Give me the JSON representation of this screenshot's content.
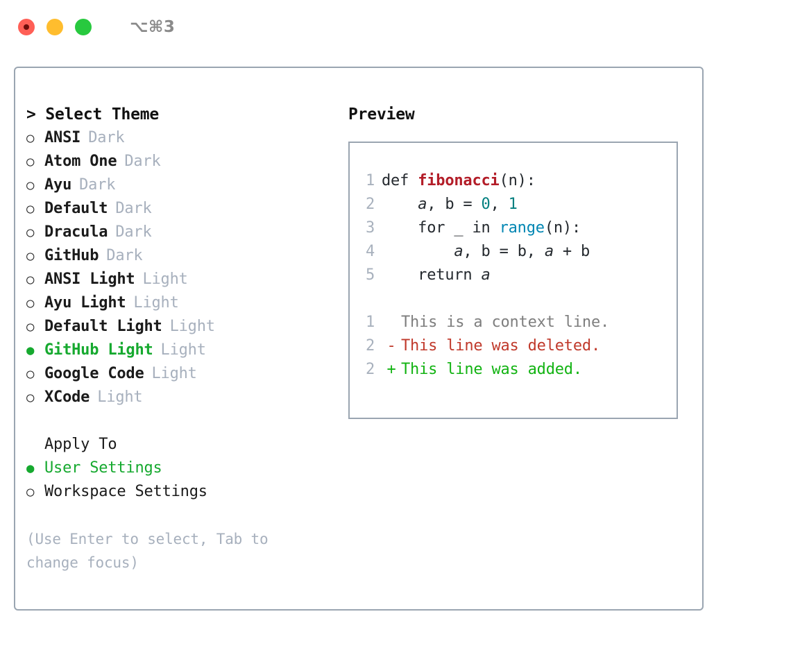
{
  "titlebar": {
    "shortcut": "⌥⌘3",
    "buttons": [
      {
        "name": "close",
        "color": "#ff5f56"
      },
      {
        "name": "minimize",
        "color": "#ffbd2e"
      },
      {
        "name": "maximize",
        "color": "#28c93f"
      }
    ]
  },
  "theme_picker": {
    "caret": ">",
    "header": "Select Theme",
    "bullet_selected": "●",
    "bullet_unselected": "○",
    "items": [
      {
        "label": "ANSI",
        "variant": "Dark",
        "selected": false
      },
      {
        "label": "Atom One",
        "variant": "Dark",
        "selected": false
      },
      {
        "label": "Ayu",
        "variant": "Dark",
        "selected": false
      },
      {
        "label": "Default",
        "variant": "Dark",
        "selected": false
      },
      {
        "label": "Dracula",
        "variant": "Dark",
        "selected": false
      },
      {
        "label": "GitHub",
        "variant": "Dark",
        "selected": false
      },
      {
        "label": "ANSI Light",
        "variant": "Light",
        "selected": false
      },
      {
        "label": "Ayu Light",
        "variant": "Light",
        "selected": false
      },
      {
        "label": "Default Light",
        "variant": "Light",
        "selected": false
      },
      {
        "label": "GitHub Light",
        "variant": "Light",
        "selected": true
      },
      {
        "label": "Google Code",
        "variant": "Light",
        "selected": false
      },
      {
        "label": "XCode",
        "variant": "Light",
        "selected": false
      }
    ]
  },
  "apply_to": {
    "header": "Apply To",
    "items": [
      {
        "label": "User Settings",
        "selected": true
      },
      {
        "label": "Workspace Settings",
        "selected": false
      }
    ]
  },
  "hint": "(Use Enter to select, Tab to change focus)",
  "preview": {
    "title": "Preview",
    "code_lines": [
      {
        "number": "1",
        "segments": [
          {
            "text": "def ",
            "type": "plain"
          },
          {
            "text": "fibonacci",
            "type": "func"
          },
          {
            "text": "(n):",
            "type": "plain"
          }
        ]
      },
      {
        "number": "2",
        "segments": [
          {
            "text": "    ",
            "type": "plain"
          },
          {
            "text": "a",
            "type": "var"
          },
          {
            "text": ", ",
            "type": "plain"
          },
          {
            "text": "b",
            "type": "plain"
          },
          {
            "text": " = ",
            "type": "plain"
          },
          {
            "text": "0",
            "type": "num"
          },
          {
            "text": ", ",
            "type": "plain"
          },
          {
            "text": "1",
            "type": "num"
          }
        ]
      },
      {
        "number": "3",
        "segments": [
          {
            "text": "    for _ in ",
            "type": "plain"
          },
          {
            "text": "range",
            "type": "builtin"
          },
          {
            "text": "(n):",
            "type": "plain"
          }
        ]
      },
      {
        "number": "4",
        "segments": [
          {
            "text": "        ",
            "type": "plain"
          },
          {
            "text": "a",
            "type": "var"
          },
          {
            "text": ", ",
            "type": "plain"
          },
          {
            "text": "b",
            "type": "plain"
          },
          {
            "text": " = ",
            "type": "plain"
          },
          {
            "text": "b",
            "type": "plain"
          },
          {
            "text": ", ",
            "type": "plain"
          },
          {
            "text": "a",
            "type": "var"
          },
          {
            "text": " + ",
            "type": "plain"
          },
          {
            "text": "b",
            "type": "plain"
          }
        ]
      },
      {
        "number": "5",
        "segments": [
          {
            "text": "    return ",
            "type": "plain"
          },
          {
            "text": "a",
            "type": "var"
          }
        ]
      }
    ],
    "diff_lines": [
      {
        "number": "1",
        "marker": " ",
        "text": "This is a context line.",
        "kind": "context"
      },
      {
        "number": "2",
        "marker": "-",
        "text": "This line was deleted.",
        "kind": "deleted"
      },
      {
        "number": "2",
        "marker": "+",
        "text": "This line was added.",
        "kind": "added"
      }
    ]
  },
  "colors": {
    "accent_green": "#16a92f",
    "border": "#9aa5b1",
    "muted": "#a7b0bd",
    "syntax_function": "#b31d28",
    "syntax_builtin": "#0086b3",
    "syntax_number": "#007f7f",
    "diff_added": "#12b312",
    "diff_deleted": "#c0392b",
    "diff_context": "#7e7e7e"
  }
}
